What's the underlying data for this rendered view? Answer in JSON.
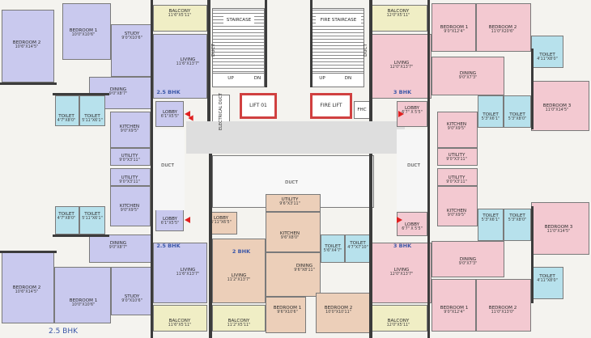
{
  "labels": {
    "stair": "STAIRCASE",
    "fire_stair": "FIRE STAIRCASE",
    "lift": "LIFT 01",
    "fire_lift": "FIRE LIFT",
    "fhc": "FHC",
    "electrical_duct": "ELECTRICAL DUCT",
    "duct": "DUCT",
    "up": "UP",
    "dn": "DN"
  },
  "tags": {
    "bhk25": "2.5 BHK",
    "bhk3": "3 BHK",
    "bhk2": "2 BHK"
  },
  "rooms": {
    "balcony_a": {
      "name": "BALCONY",
      "dim": "11'6\"X5'11\""
    },
    "balcony_b": {
      "name": "BALCONY",
      "dim": "12'0\"X5'11\""
    },
    "balcony_c": {
      "name": "BALCONY",
      "dim": "11'6\"X5'11\""
    },
    "balcony_d": {
      "name": "BALCONY",
      "dim": "11'2\"X5'11\""
    },
    "balcony_e": {
      "name": "BALCONY",
      "dim": "12'0\"X5'11\""
    },
    "balcony_f": {
      "name": "BALCONY",
      "dim": "11'6\"X5'11\""
    },
    "bedroom2": {
      "name": "BEDROOM 2",
      "dim": "10'6\"X14'5\""
    },
    "bedroom1": {
      "name": "BEDROOM 1",
      "dim": "10'0\"X10'6\""
    },
    "study": {
      "name": "STUDY",
      "dim": "9'0\"X10'6\""
    },
    "living_25": {
      "name": "LIVING",
      "dim": "11'6\"X13'7\""
    },
    "dining_25": {
      "name": "DINING",
      "dim": "9'0\"X8'7\""
    },
    "toilet_a": {
      "name": "TOILET",
      "dim": "4'7\"X8'0\""
    },
    "toilet_b": {
      "name": "TOILET",
      "dim": "5'11\"X6'1\""
    },
    "kitchen_25": {
      "name": "KITCHEN",
      "dim": "9'0\"X9'5\""
    },
    "utility_25": {
      "name": "UTILITY",
      "dim": "9'0\"X3'11\""
    },
    "lobby_25": {
      "name": "LOBBY",
      "dim": "6'1\"X5'5\""
    },
    "bedroom1_3": {
      "name": "BEDROOM 1",
      "dim": "9'0\"X12'4\""
    },
    "bedroom2_3": {
      "name": "BEDROOM 2",
      "dim": "11'0\"X20'6\""
    },
    "toilet_c": {
      "name": "TOILET",
      "dim": "4'11\"X8'0\""
    },
    "living_3": {
      "name": "LIVING",
      "dim": "12'0\"X13'7\""
    },
    "dining_3": {
      "name": "DINING",
      "dim": "9'0\"X7'3\""
    },
    "bedroom3_3": {
      "name": "BEDROOM 3",
      "dim": "11'0\"X14'5\""
    },
    "toilet_d": {
      "name": "TOILET",
      "dim": "5'3\"X6'1\""
    },
    "toilet_e": {
      "name": "TOILET",
      "dim": "5'3\"X8'0\""
    },
    "kitchen_3": {
      "name": "KITCHEN",
      "dim": "9'0\"X9'5\""
    },
    "utility_3": {
      "name": "UTILITY",
      "dim": "9'0\"X3'11\""
    },
    "lobby_3": {
      "name": "LOBBY",
      "dim": "6'7\" X 5'5\""
    },
    "bedroom2_3b": {
      "name": "BEDROOM 2",
      "dim": "11'0\"X13'0\""
    },
    "utility_2": {
      "name": "UTILITY",
      "dim": "9'6\"X3'11\""
    },
    "kitchen_2": {
      "name": "KITCHEN",
      "dim": "9'6\"X8'0\""
    },
    "lobby_2": {
      "name": "LOBBY",
      "dim": "5'11\"X6'5\""
    },
    "living_2": {
      "name": "LIVING",
      "dim": "11'2\"X13'7\""
    },
    "dining_2": {
      "name": "DINING",
      "dim": "9'6\"X8'11\""
    },
    "toilet_f": {
      "name": "TOILET",
      "dim": "5'6\"X4'7\""
    },
    "toilet_g": {
      "name": "TOILET",
      "dim": "4'7\"X7'10\""
    },
    "bedroom1_2": {
      "name": "BEDROOM 1",
      "dim": "9'6\"X10'6\""
    },
    "bedroom2_2": {
      "name": "BEDROOM 2",
      "dim": "10'0\"X10'11\""
    }
  },
  "footer": "2.5 BHK"
}
